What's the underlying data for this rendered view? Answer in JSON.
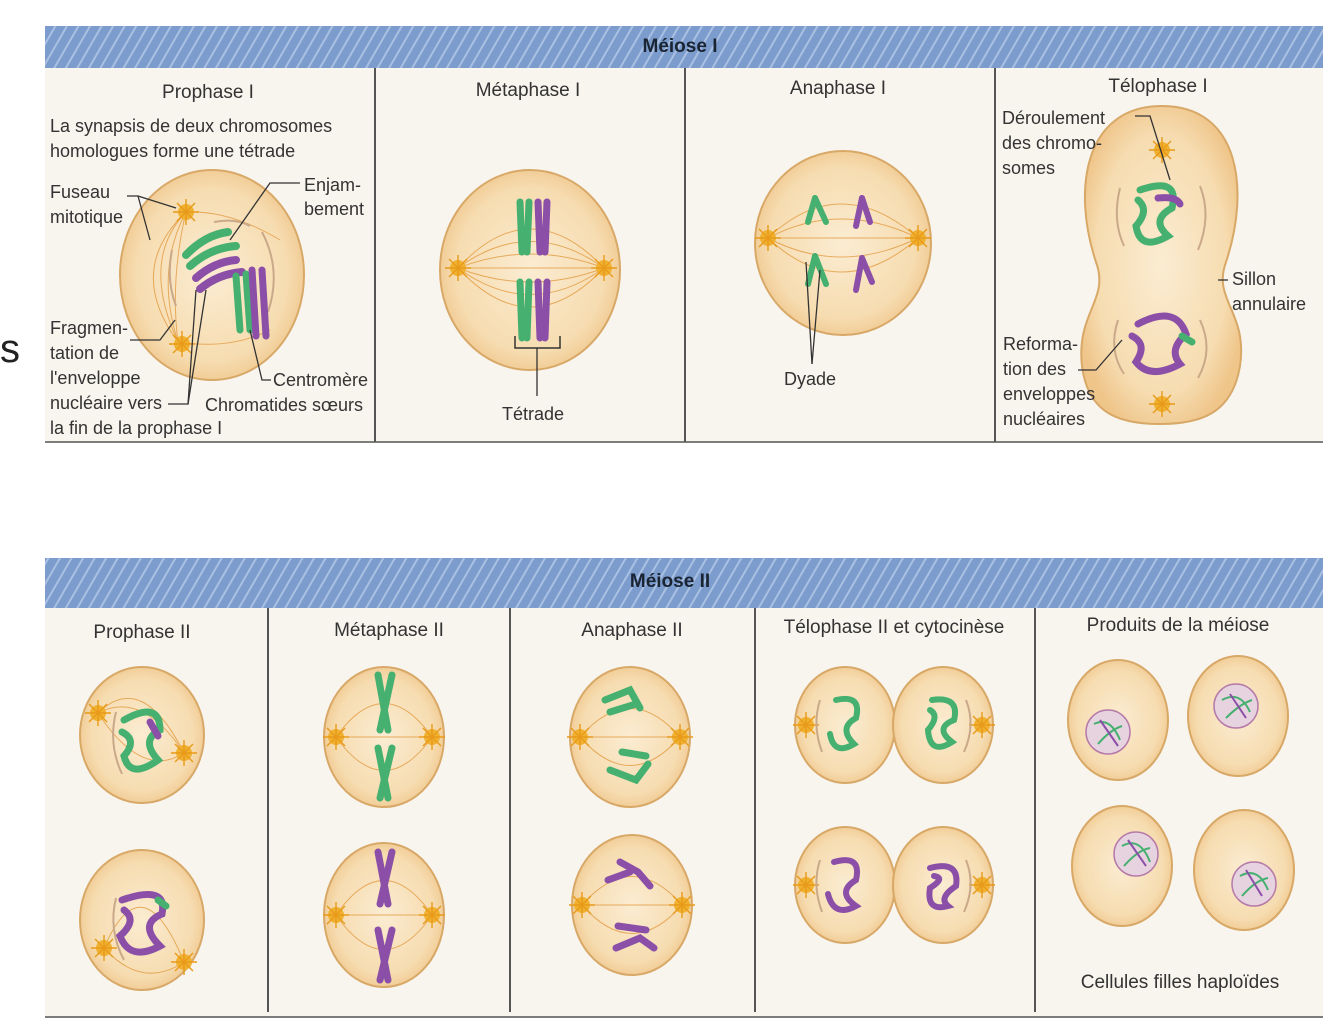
{
  "colors": {
    "banner": "#6f93c6",
    "banner_text": "#1a2433",
    "panel_bg": "#f8f4ee",
    "divider": "#555555",
    "cell_fill": "#f6d9a8",
    "cell_stroke": "#d8a867",
    "spindle": "#e4a04a",
    "centrosome": "#e8a020",
    "green": "#45b070",
    "purple": "#8b4fa8",
    "centromere": "#3aa0c8",
    "label": "#333333"
  },
  "edge_letter": "s",
  "meiosis1": {
    "title": "Méiose I",
    "stages": [
      {
        "label": "Prophase I"
      },
      {
        "label": "Métaphase I"
      },
      {
        "label": "Anaphase I"
      },
      {
        "label": "Télophase I"
      }
    ],
    "prophase_desc": [
      "La synapsis de deux chromosomes",
      "homologues forme une tétrade"
    ],
    "prophase_labels": {
      "fuseau": [
        "Fuseau",
        "mitotique"
      ],
      "enjambement": [
        "Enjam-",
        "bement"
      ],
      "fragmentation": [
        "Fragmen-",
        "tation de",
        "l'enveloppe",
        "nucléaire vers",
        "la fin de la prophase I"
      ],
      "centromere": "Centromère",
      "chromatides": "Chromatides sœurs"
    },
    "metaphase_label": "Tétrade",
    "anaphase_label": "Dyade",
    "telophase_labels": {
      "deroulement": [
        "Déroulement",
        "des chromo-",
        "somes"
      ],
      "sillon": [
        "Sillon",
        "annulaire"
      ],
      "reformation": [
        "Reforma-",
        "tion des",
        "enveloppes",
        "nucléaires"
      ]
    }
  },
  "meiosis2": {
    "title": "Méiose II",
    "stages": [
      {
        "label": "Prophase II"
      },
      {
        "label": "Métaphase II"
      },
      {
        "label": "Anaphase II"
      },
      {
        "label": "Télophase II et cytocinèse"
      },
      {
        "label": "Produits de la méiose"
      }
    ],
    "products_caption": "Cellules filles haploïdes"
  }
}
